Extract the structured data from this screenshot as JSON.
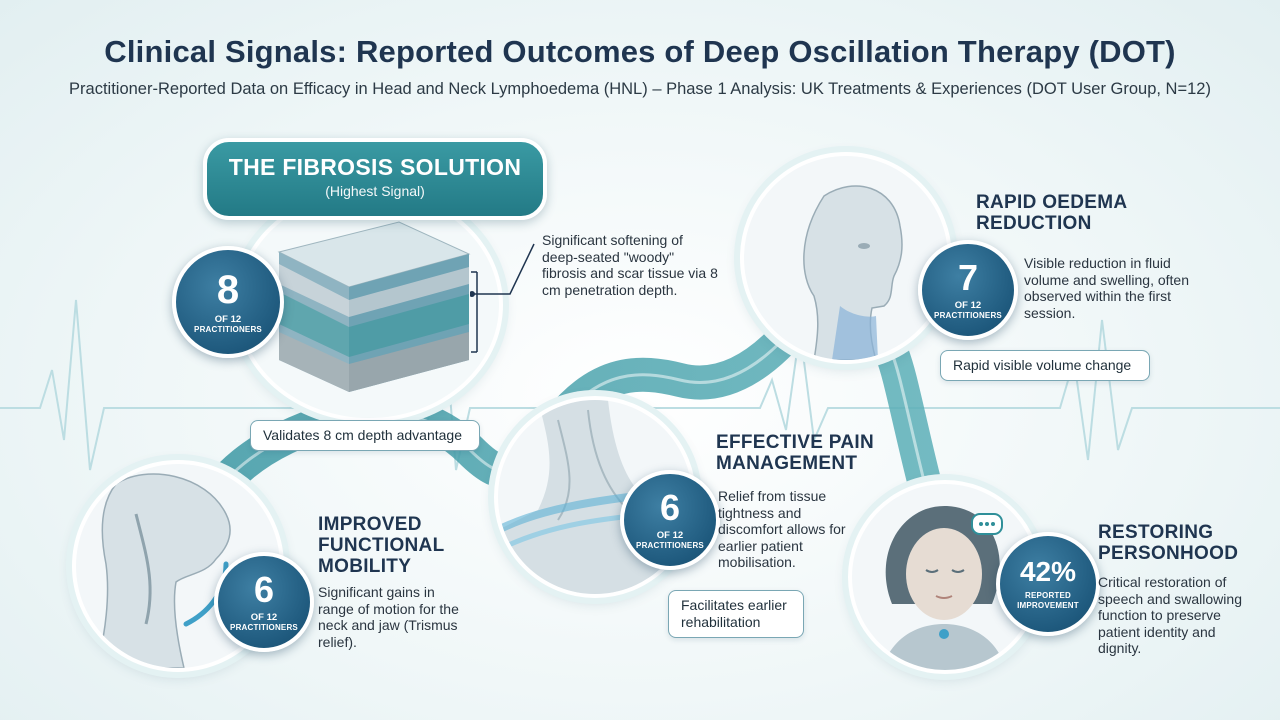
{
  "title": "Clinical Signals: Reported Outcomes of Deep Oscillation Therapy (DOT)",
  "subtitle": "Practitioner-Reported Data on Efficacy in Head and Neck Lymphoedema (HNL) – Phase 1 Analysis: UK Treatments & Experiences (DOT User Group, N=12)",
  "fibrosis": {
    "title": "THE FIBROSIS SOLUTION",
    "tag": "(Highest Signal)",
    "count": "8",
    "of": "OF 12",
    "unit": "PRACTITIONERS",
    "description": "Significant softening of deep-seated \"woody\" fibrosis and scar tissue via 8 cm penetration depth.",
    "callout": "Validates 8 cm depth advantage"
  },
  "oedema": {
    "heading": "RAPID OEDEMA REDUCTION",
    "count": "7",
    "of": "OF 12",
    "unit": "PRACTITIONERS",
    "description": "Visible reduction in fluid volume and swelling, often observed within the first session.",
    "callout": "Rapid visible volume change"
  },
  "pain": {
    "heading": "EFFECTIVE PAIN MANAGEMENT",
    "count": "6",
    "of": "OF 12",
    "unit": "PRACTITIONERS",
    "description": "Relief from tissue tightness and discomfort allows for earlier patient mobilisation.",
    "callout": "Facilitates earlier rehabilitation"
  },
  "mobility": {
    "heading": "IMPROVED FUNCTIONAL MOBILITY",
    "count": "6",
    "of": "OF 12",
    "unit": "PRACTITIONERS",
    "description": "Significant gains in range of motion for the neck and jaw (Trismus relief)."
  },
  "personhood": {
    "heading": "RESTORING PERSONHOOD",
    "value": "42%",
    "unit_line1": "REPORTED",
    "unit_line2": "IMPROVEMENT",
    "description": "Critical restoration of speech and swallowing function to preserve patient identity and dignity."
  },
  "colors": {
    "teal": "#2f8f99",
    "navy": "#1f5a7e",
    "heading": "#1f3550"
  }
}
